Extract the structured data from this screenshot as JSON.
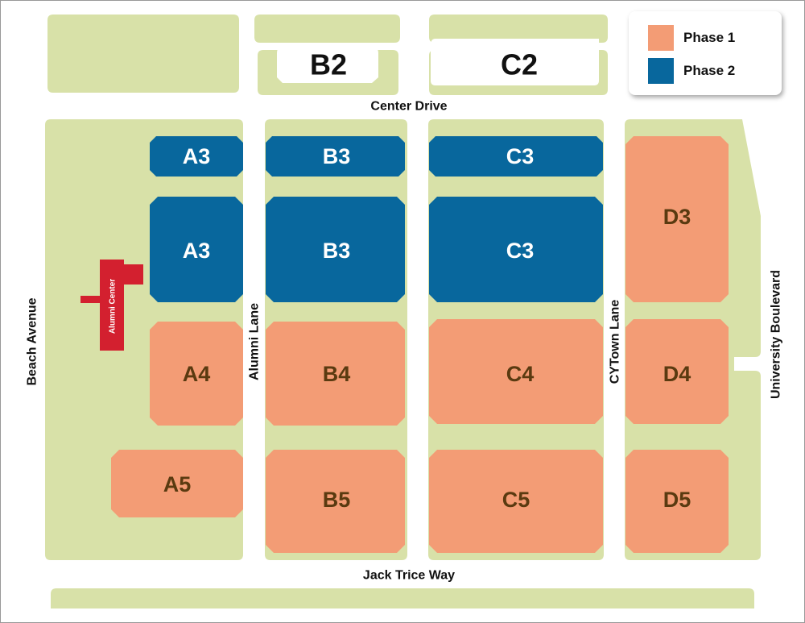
{
  "colors": {
    "grass": "#d8e1a8",
    "phase1": "#f39c75",
    "phase2": "#08679d",
    "phase1_text": "#5a3a10",
    "phase2_text": "#ffffff",
    "building": "#d3202f",
    "border": "#999999"
  },
  "legend": {
    "phase1_label": "Phase 1",
    "phase2_label": "Phase 2"
  },
  "roads": {
    "center_drive": "Center Drive",
    "jack_trice_way": "Jack Trice Way",
    "beach_avenue": "Beach Avenue",
    "alumni_lane": "Alumni Lane",
    "cytown_lane": "CYTown Lane",
    "university_boulevard": "University Boulevard"
  },
  "buildings": {
    "alumni_center": "Alumni Center"
  },
  "lots": {
    "b2": "B2",
    "c2": "C2",
    "a3_top": "A3",
    "a3_main": "A3",
    "b3_top": "B3",
    "b3_main": "B3",
    "c3_top": "C3",
    "c3_main": "C3",
    "d3": "D3",
    "a4": "A4",
    "b4": "B4",
    "c4": "C4",
    "d4": "D4",
    "a5": "A5",
    "b5": "B5",
    "c5": "C5",
    "d5": "D5"
  }
}
